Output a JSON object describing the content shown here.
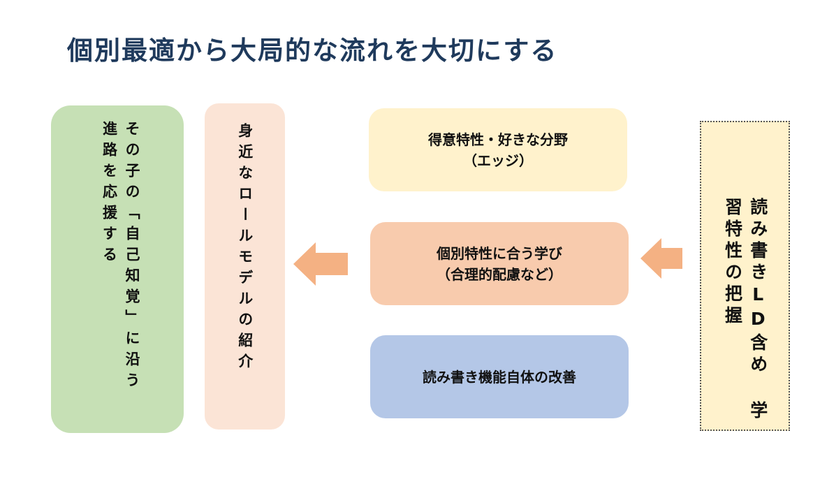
{
  "title": "個別最適から大局的な流れを大切にする",
  "green_box": {
    "col1": "その子の「自己知覚」に沿う",
    "col2": "進路を応援する"
  },
  "peach_box": {
    "text": "身近なロールモデルの紹介"
  },
  "yellow_box": {
    "line1": "得意特性・好きな分野",
    "line2": "（エッジ）"
  },
  "orange_box": {
    "line1": "個別特性に合う学び",
    "line2": "（合理的配慮など）"
  },
  "blue_box": {
    "line1": "読み書き機能自体の改善"
  },
  "dotted_box": {
    "col1": "読み書きLD含め",
    "col2": "学習特性の把握"
  },
  "colors": {
    "title": "#1f3a5c",
    "green": "#c6e0b5",
    "peach": "#fbe4d6",
    "yellow": "#fff2cc",
    "orange": "#f8cbad",
    "blue": "#b4c7e7",
    "arrow": "#f4b183"
  }
}
